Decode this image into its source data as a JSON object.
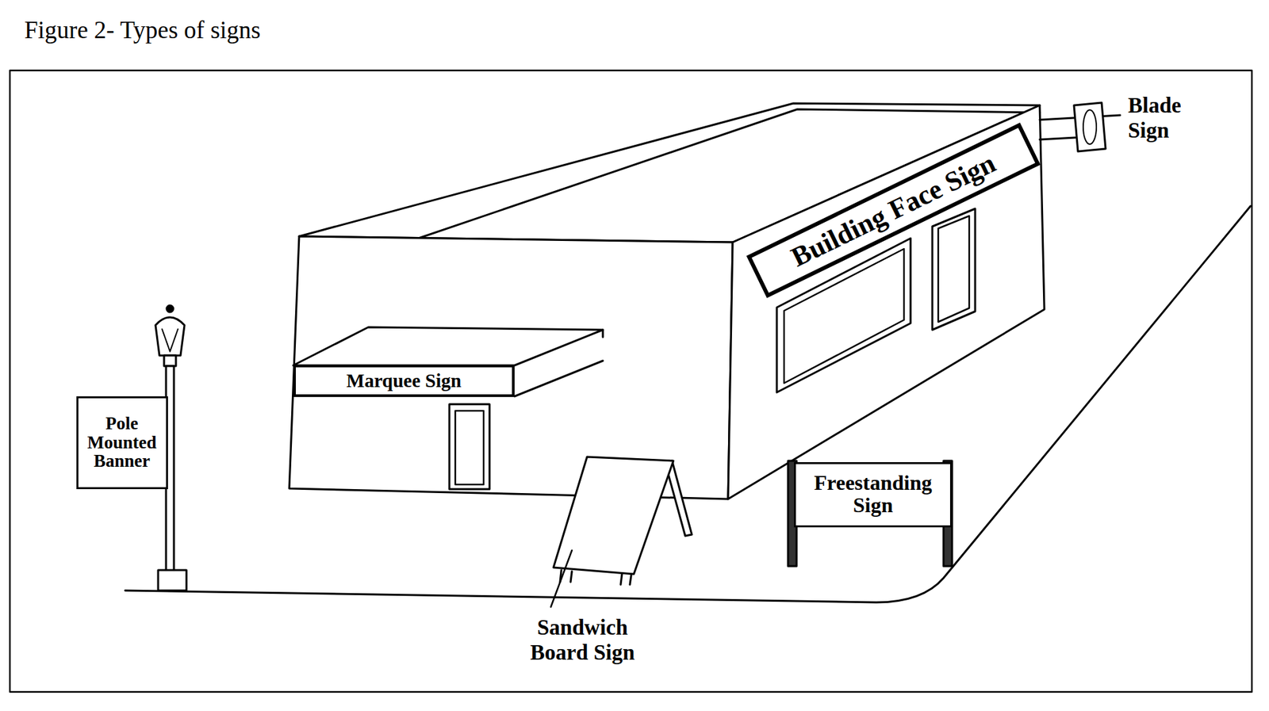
{
  "diagram": {
    "title": "Figure 2- Types of signs",
    "nodes": [
      {
        "text": [
          "Building Face Sign"
        ]
      },
      {
        "text": [
          "Marquee Sign"
        ]
      },
      {
        "text": [
          "Pole Mounted Banner"
        ]
      },
      {
        "text": [
          "Freestanding Sign"
        ]
      }
    ],
    "labels": [
      "Blade Sign",
      "Sandwich Board Sign"
    ]
  }
}
